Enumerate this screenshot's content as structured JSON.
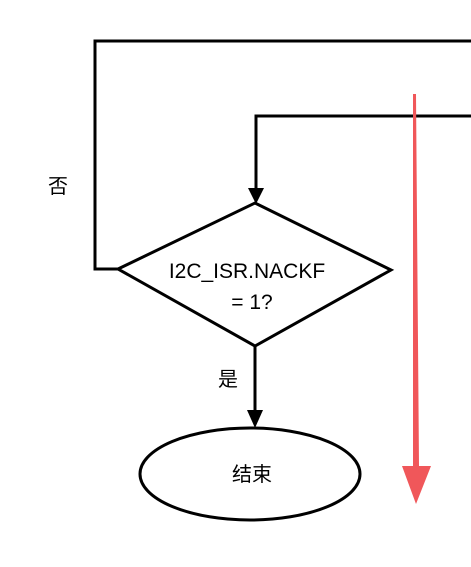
{
  "diagram": {
    "decision": {
      "line1": "I2C_ISR.NACKF",
      "line2": "= 1?"
    },
    "labels": {
      "no": "否",
      "yes": "是"
    },
    "terminal": {
      "label": "结束"
    }
  },
  "colors": {
    "stroke": "#000000",
    "arrow_red": "#f0575a",
    "background": "#ffffff"
  }
}
